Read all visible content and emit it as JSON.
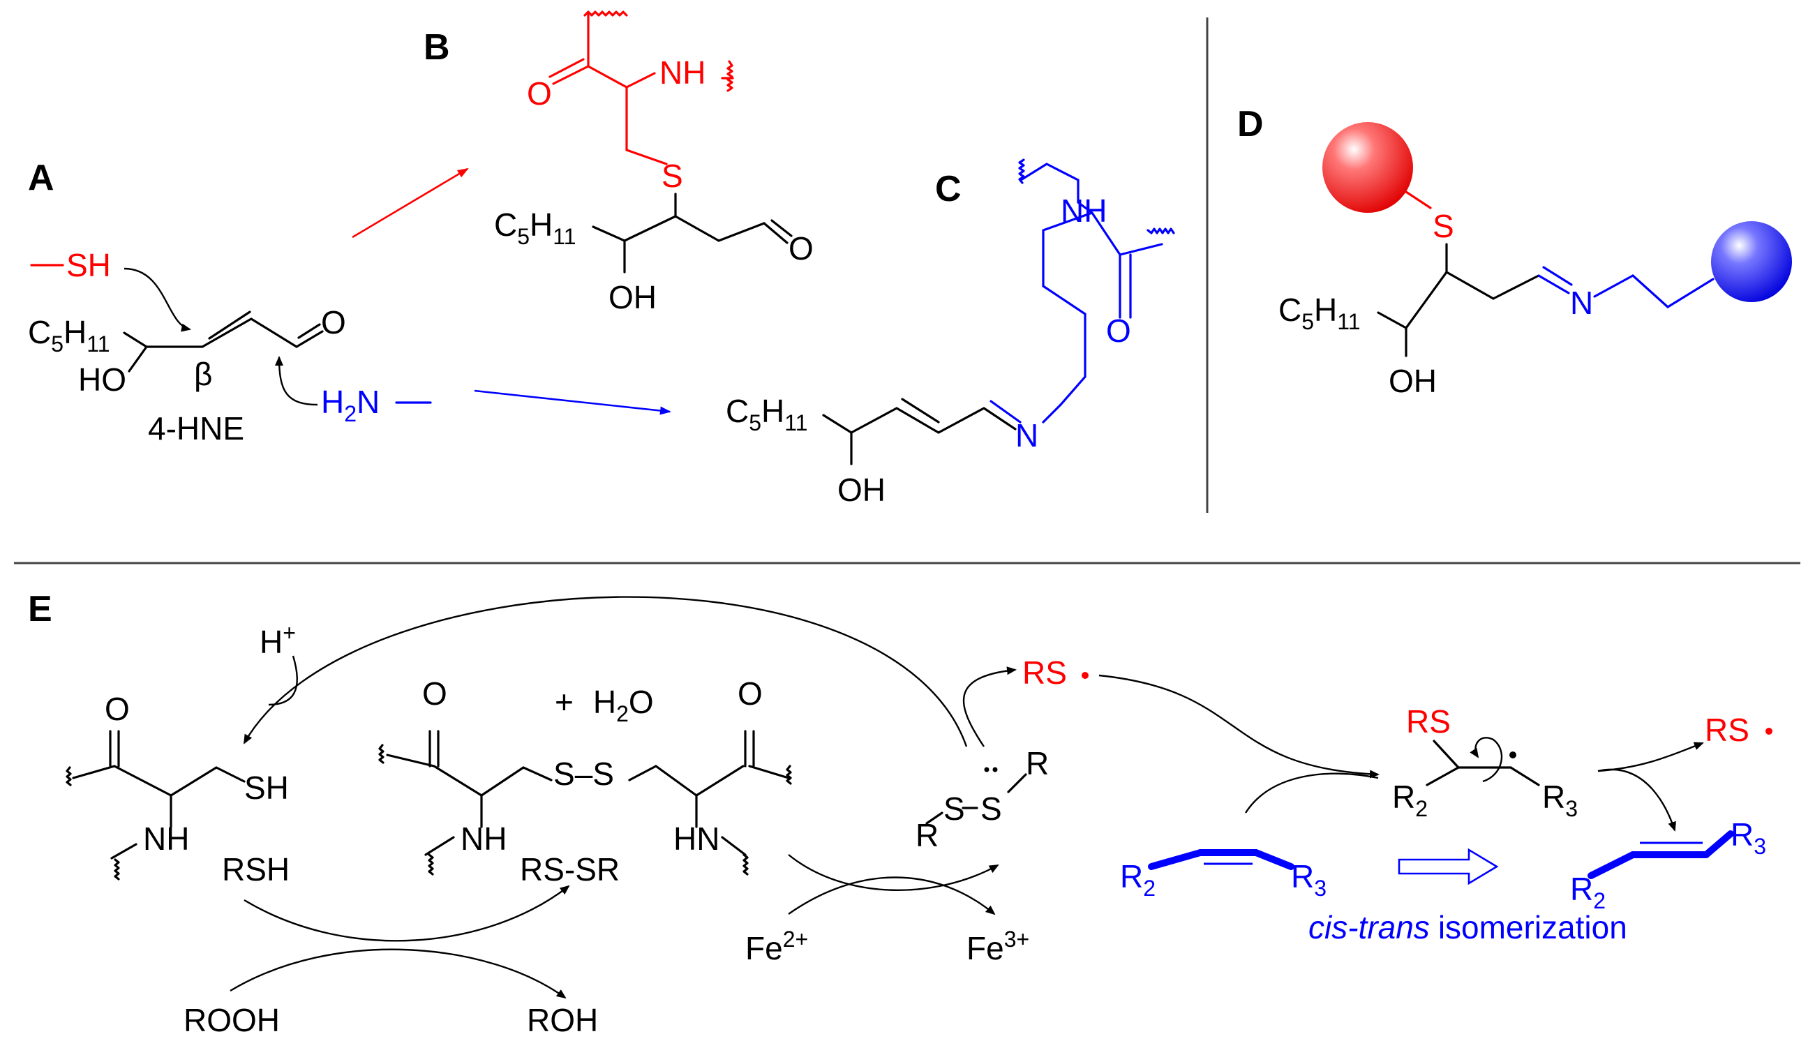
{
  "colors": {
    "black": "#000000",
    "red": "#ff0000",
    "blue": "#0000ff",
    "divider": "#444444"
  },
  "panels": {
    "a": {
      "label": "A",
      "thiol": "SH",
      "chain_c": "C",
      "chain_5": "5",
      "chain_h": "H",
      "chain_11": "11",
      "oxygen": "O",
      "hydroxyl": "HO",
      "beta": "β",
      "amine_h": "H",
      "amine_2": "2",
      "amine_n": "N",
      "name": "4-HNE"
    },
    "b": {
      "label": "B",
      "carbonyl_o": "O",
      "nh": "NH",
      "sulfur": "S",
      "chain_c": "C",
      "chain_5": "5",
      "chain_h": "H",
      "chain_11": "11",
      "aldehyde_o": "O",
      "hydroxyl": "OH"
    },
    "c": {
      "label": "C",
      "nh": "NH",
      "carbonyl_o": "O",
      "chain_c": "C",
      "chain_5": "5",
      "chain_h": "H",
      "chain_11": "11",
      "imine_n": "N",
      "hydroxyl": "OH"
    },
    "d": {
      "label": "D",
      "sulfur": "S",
      "chain_c": "C",
      "chain_5": "5",
      "chain_h": "H",
      "chain_11": "11",
      "imine_n": "N",
      "hydroxyl": "OH"
    },
    "e": {
      "label": "E",
      "proton_h": "H",
      "proton_plus": "+",
      "cys_o": "O",
      "cys_sh": "SH",
      "cys_nh": "NH",
      "rsh": "RSH",
      "plus": "+",
      "water_h": "H",
      "water_2": "2",
      "water_o": "O",
      "cys2_o_left": "O",
      "cys2_o_right": "O",
      "ss_s1": "S",
      "ss_dash": "–",
      "ss_s2": "S",
      "cys2_nh": "NH",
      "cys2_hn": "HN",
      "rssr": "RS-SR",
      "rooh": "ROOH",
      "roh": "ROH",
      "fe2": "Fe",
      "fe2_charge": "2+",
      "fe3": "Fe",
      "fe3_charge": "3+",
      "radical_r1": "R",
      "radical_s1": "S",
      "radical_s2": "S",
      "radical_r2": "R",
      "rs_radical_1": "RS",
      "rs_radical_2": "RS",
      "int_rs": "RS",
      "int_r2": "R",
      "int_r2_sub": "2",
      "int_r3": "R",
      "int_r3_sub": "3",
      "cis_r2": "R",
      "cis_r2_sub": "2",
      "cis_r3": "R",
      "cis_r3_sub": "3",
      "trans_r2": "R",
      "trans_r2_sub": "2",
      "trans_r3": "R",
      "trans_r3_sub": "3",
      "iso_cis_trans": "cis-trans",
      "iso_word": "isomerization"
    }
  }
}
